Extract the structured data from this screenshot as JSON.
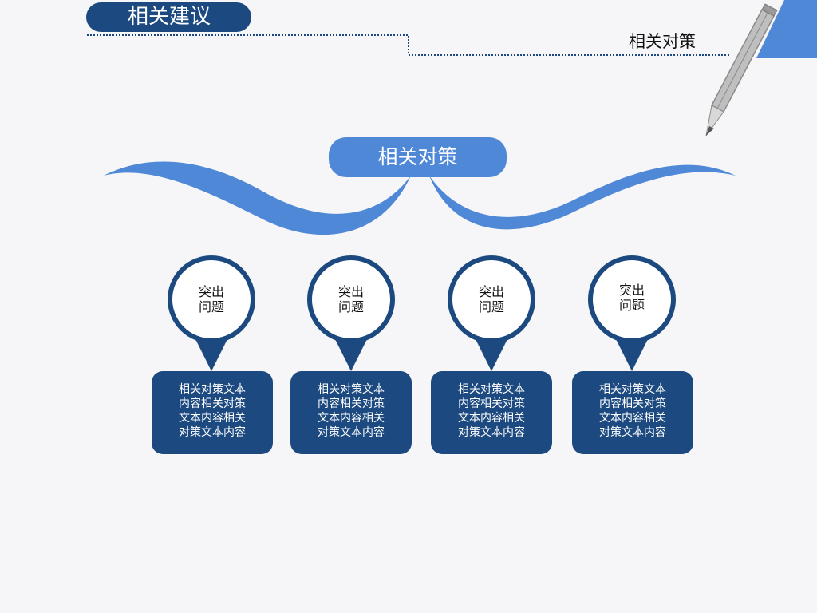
{
  "header": {
    "title": "相关建议",
    "subtitle": "相关对策"
  },
  "center": {
    "label": "相关对策"
  },
  "items": [
    {
      "pin_line1": "突出",
      "pin_line2": "问题",
      "text": [
        "相关对策文本",
        "内容相关对策",
        "文本内容相关",
        "对策文本内容"
      ]
    },
    {
      "pin_line1": "突出",
      "pin_line2": "问题",
      "text": [
        "相关对策文本",
        "内容相关对策",
        "文本内容相关",
        "对策文本内容"
      ]
    },
    {
      "pin_line1": "突出",
      "pin_line2": "问题",
      "text": [
        "相关对策文本",
        "内容相关对策",
        "文本内容相关",
        "对策文本内容"
      ]
    },
    {
      "pin_line1": "突出",
      "pin_line2": "问题",
      "text": [
        "相关对策文本",
        "内容相关对策",
        "文本内容相关",
        "对策文本内容"
      ]
    }
  ],
  "colors": {
    "dark_blue": "#1c4a80",
    "light_blue": "#5088d8",
    "background": "#f6f6f8"
  },
  "icons": {
    "pencil": "pencil-icon",
    "corner": "corner-triangle-decoration"
  }
}
